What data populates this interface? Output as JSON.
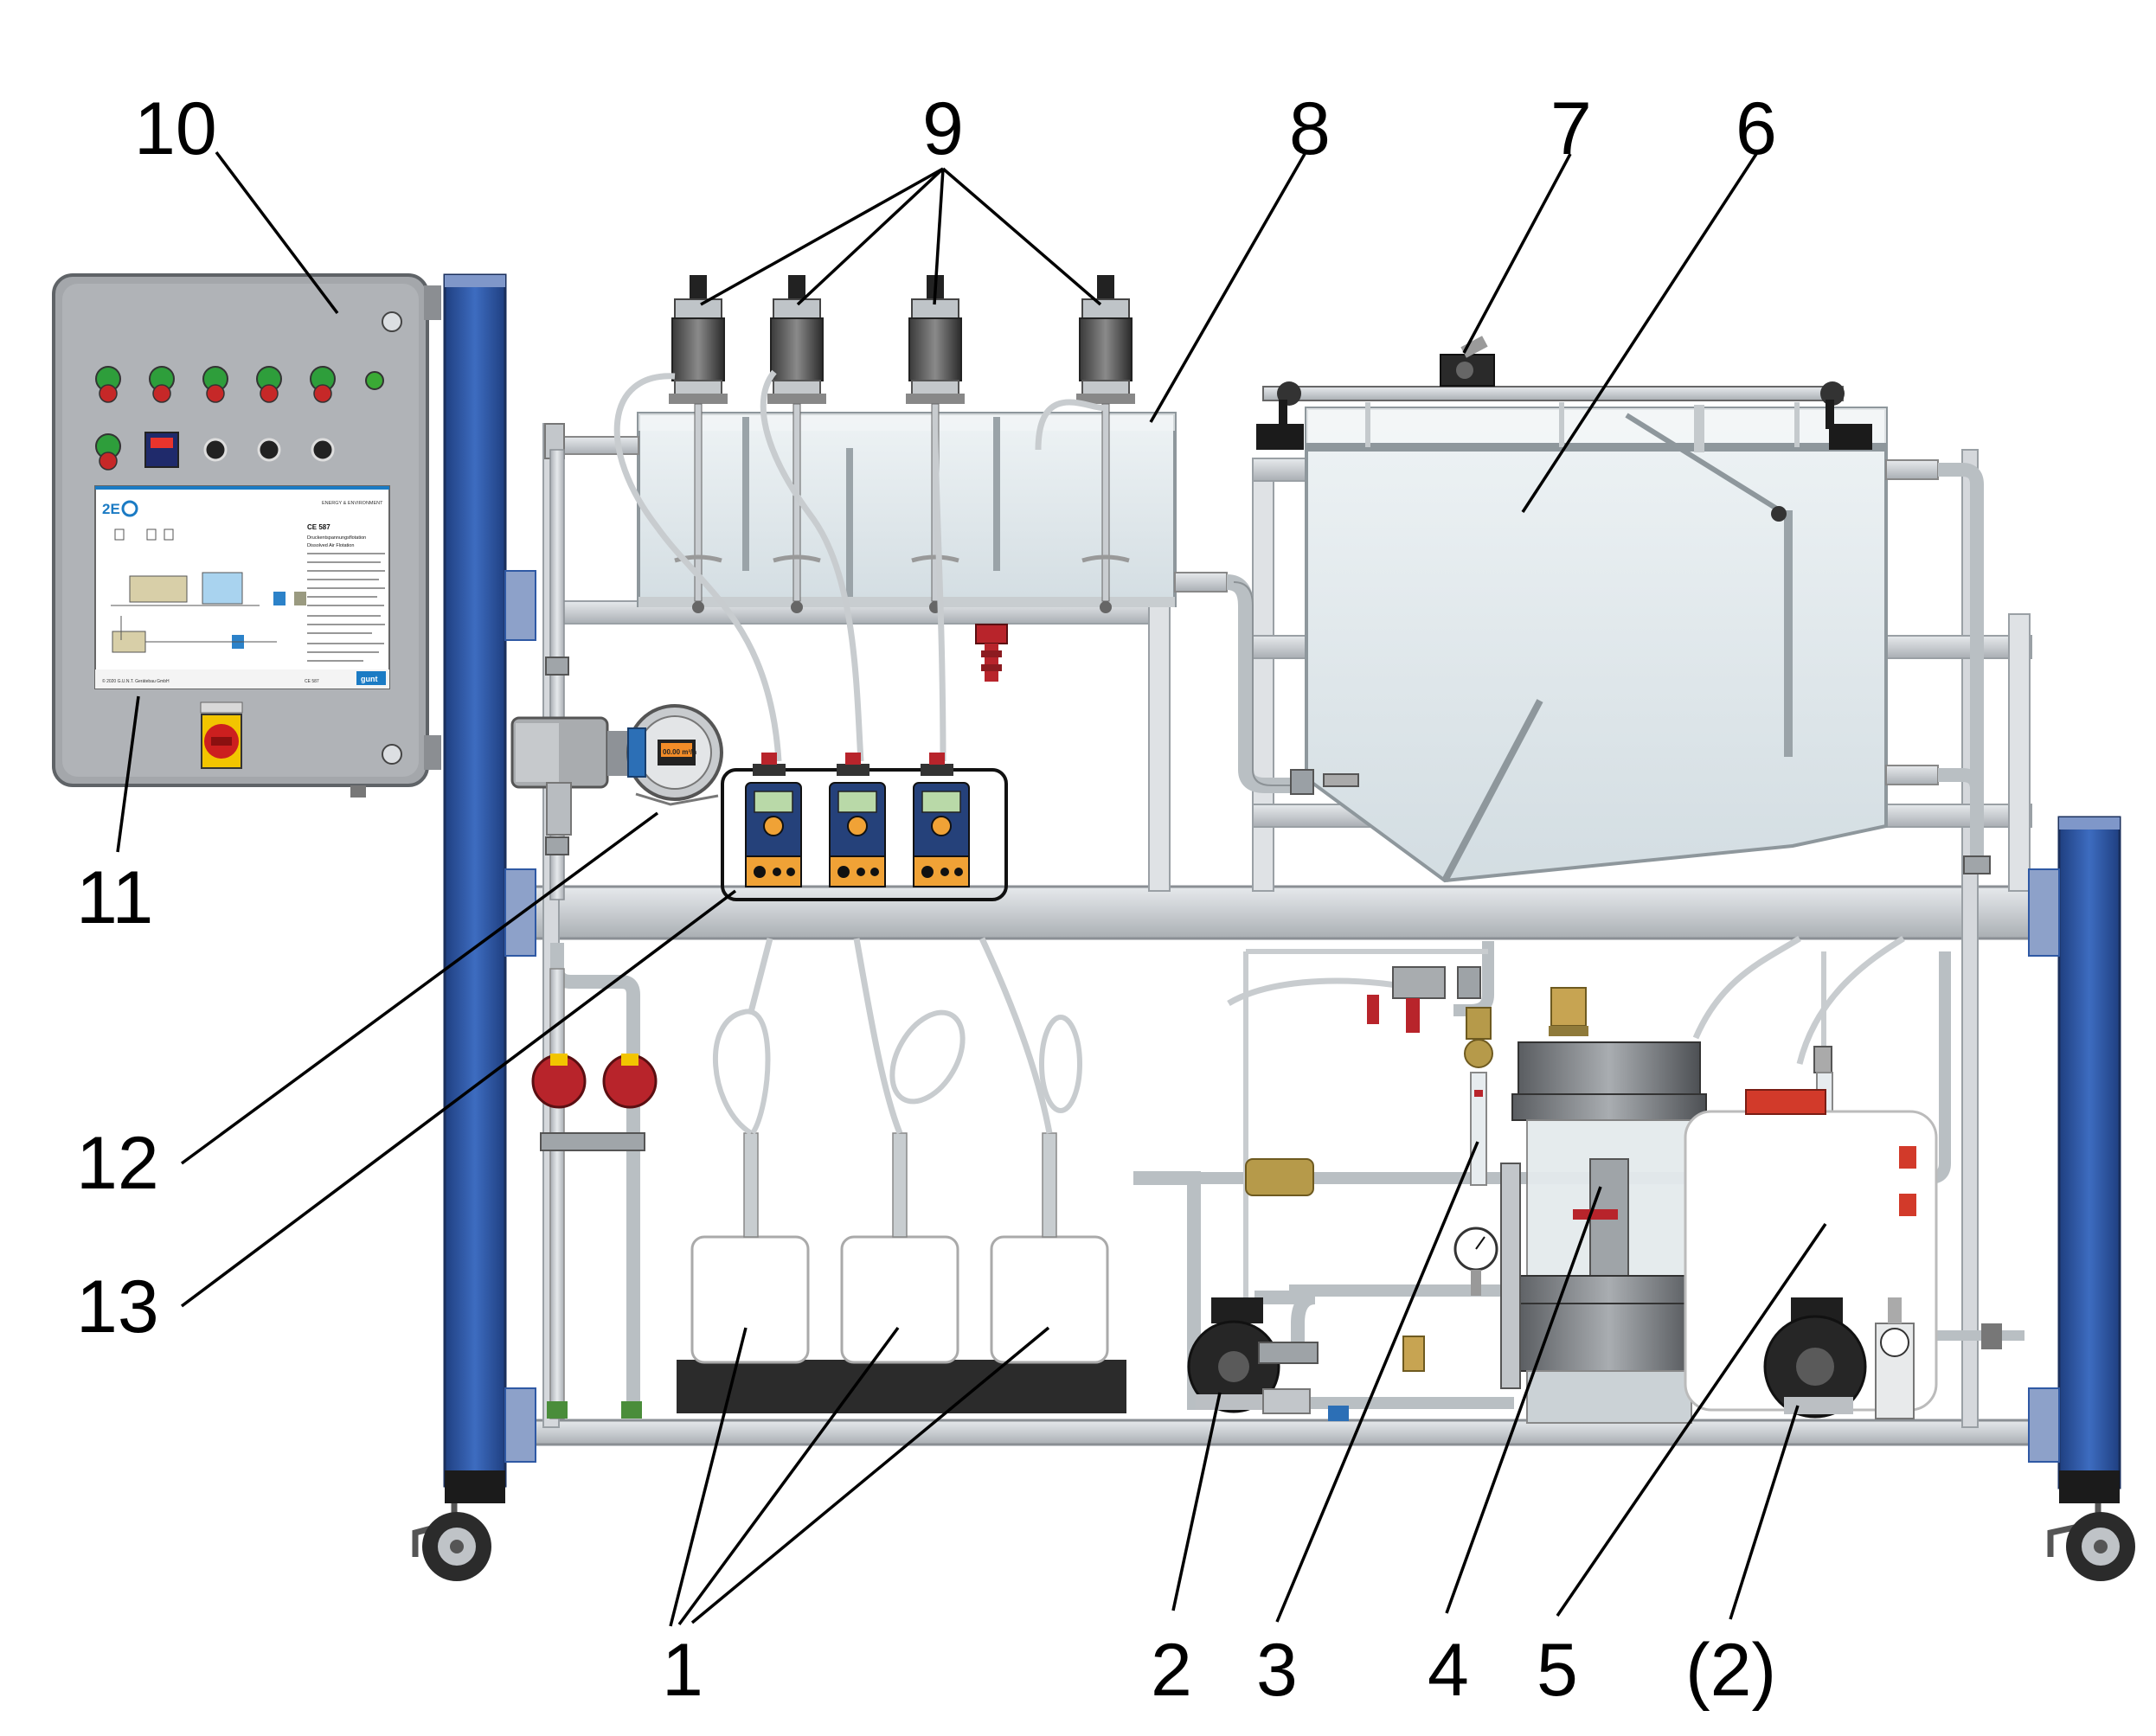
{
  "callouts": {
    "c1": "1",
    "c2": "2",
    "c3": "3",
    "c4": "4",
    "c5": "5",
    "c2b": "(2)",
    "c6": "6",
    "c7": "7",
    "c8": "8",
    "c9": "9",
    "c10": "10",
    "c11": "11",
    "c12": "12",
    "c13": "13"
  },
  "poster": {
    "logo": "2E",
    "header_right": "ENERGY & ENVIRONMENT",
    "code": "CE 587",
    "title_de": "Druckentspannungsflotation",
    "title_en": "Dissolved Air Flotation",
    "footer_left": "© 2020 G.U.N.T. Gerätebau GmbH",
    "footer_mid": "CE 587",
    "footer_logo": "gunt"
  },
  "flow_display": {
    "value": "00.00 m³/h"
  },
  "colors": {
    "frame_blue": "#2f59a4",
    "cabinet_grey": "#a4a7ab",
    "pump_orange": "#f0a236",
    "pump_blue": "#25417a",
    "valve_red": "#b8242b",
    "tank_glass": "#dde6ea"
  },
  "icons": [
    "control-cabinet",
    "stirrer-motor",
    "dosing-pump",
    "flow-meter",
    "pressure-gauge",
    "saturator-vessel",
    "centrifugal-pump",
    "canister",
    "castor-wheel"
  ]
}
